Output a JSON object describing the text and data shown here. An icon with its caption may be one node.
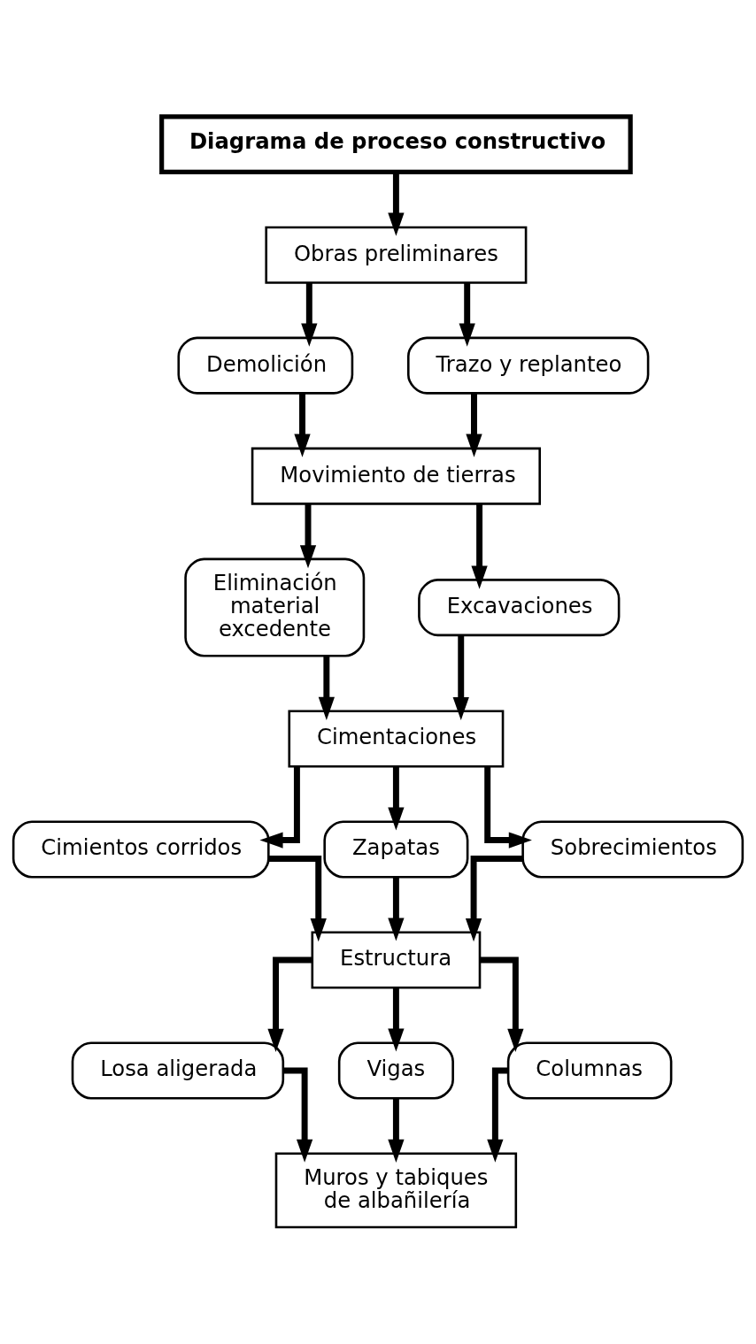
{
  "diagram": {
    "nodes": [
      {
        "text": [
          "Diagrama de proceso constructivo"
        ]
      },
      {
        "text": [
          "Obras preliminares"
        ]
      },
      {
        "text": [
          "Demolición"
        ]
      },
      {
        "text": [
          "Trazo y replanteo"
        ]
      },
      {
        "text": [
          "Movimiento de tierras"
        ]
      },
      {
        "text": [
          "Eliminación material excedente"
        ]
      },
      {
        "text": [
          "Excavaciones"
        ]
      },
      {
        "text": [
          "Cimentaciones"
        ]
      },
      {
        "text": [
          "Cimientos corridos"
        ]
      },
      {
        "text": [
          "Zapatas"
        ]
      },
      {
        "text": [
          "Sobrecimientos"
        ]
      },
      {
        "text": [
          "Estructura"
        ]
      },
      {
        "text": [
          "Losa aligerada"
        ]
      },
      {
        "text": [
          "Vigas"
        ]
      },
      {
        "text": [
          "Columnas"
        ]
      },
      {
        "text": [
          "Muros y tabiques de albañilería"
        ]
      }
    ],
    "edges": [
      {
        "from": 0,
        "to": 1,
        "arrow": "to"
      },
      {
        "from": 1,
        "to": 2,
        "arrow": "to"
      },
      {
        "from": 1,
        "to": 3,
        "arrow": "to"
      },
      {
        "from": 2,
        "to": 4,
        "arrow": "to"
      },
      {
        "from": 3,
        "to": 4,
        "arrow": "to"
      },
      {
        "from": 4,
        "to": 5,
        "arrow": "to"
      },
      {
        "from": 4,
        "to": 6,
        "arrow": "to"
      },
      {
        "from": 5,
        "to": 7,
        "arrow": "to"
      },
      {
        "from": 6,
        "to": 7,
        "arrow": "to"
      },
      {
        "from": 7,
        "to": 8,
        "arrow": "to"
      },
      {
        "from": 7,
        "to": 9,
        "arrow": "to"
      },
      {
        "from": 7,
        "to": 10,
        "arrow": "to"
      },
      {
        "from": 8,
        "to": 11,
        "arrow": "to"
      },
      {
        "from": 9,
        "to": 11,
        "arrow": "to"
      },
      {
        "from": 10,
        "to": 11,
        "arrow": "to"
      },
      {
        "from": 11,
        "to": 12,
        "arrow": "to"
      },
      {
        "from": 11,
        "to": 13,
        "arrow": "to"
      },
      {
        "from": 11,
        "to": 14,
        "arrow": "to"
      },
      {
        "from": 12,
        "to": 15,
        "arrow": "to"
      },
      {
        "from": 13,
        "to": 15,
        "arrow": "to"
      },
      {
        "from": 14,
        "to": 15,
        "arrow": "to"
      }
    ]
  }
}
